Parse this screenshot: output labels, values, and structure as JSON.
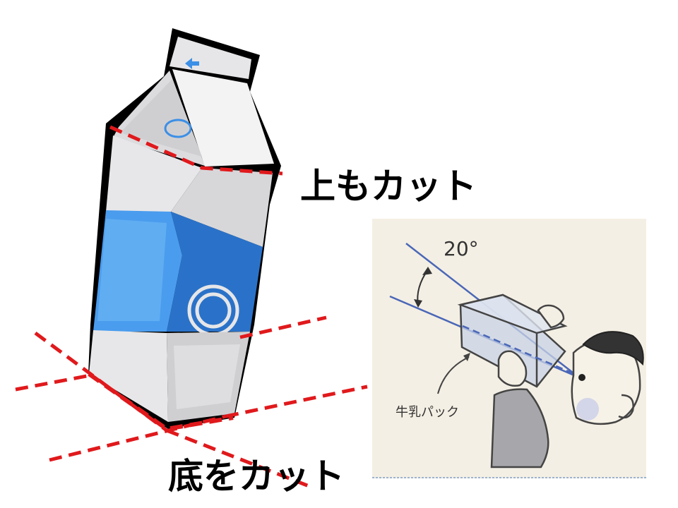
{
  "labels": {
    "cut_top": "上もカット",
    "cut_bottom": "底をカット",
    "angle": "20°",
    "milk_pack": "牛乳パック"
  },
  "colors": {
    "cut_line": "#e0191c",
    "carton_blue": "#3c8fe6",
    "carton_blue_dark": "#2771c9",
    "carton_gray": "#e4e4e6",
    "carton_gray_dark": "#cfcfd2",
    "outline": "#000000",
    "sketch_bg": "#f4efe4",
    "sketch_blue": "#4a67b8",
    "sketch_ink": "#444444"
  },
  "icons": {
    "spout_arrow": "arrow-left-icon",
    "carton_circle": "circle-logo-icon"
  }
}
